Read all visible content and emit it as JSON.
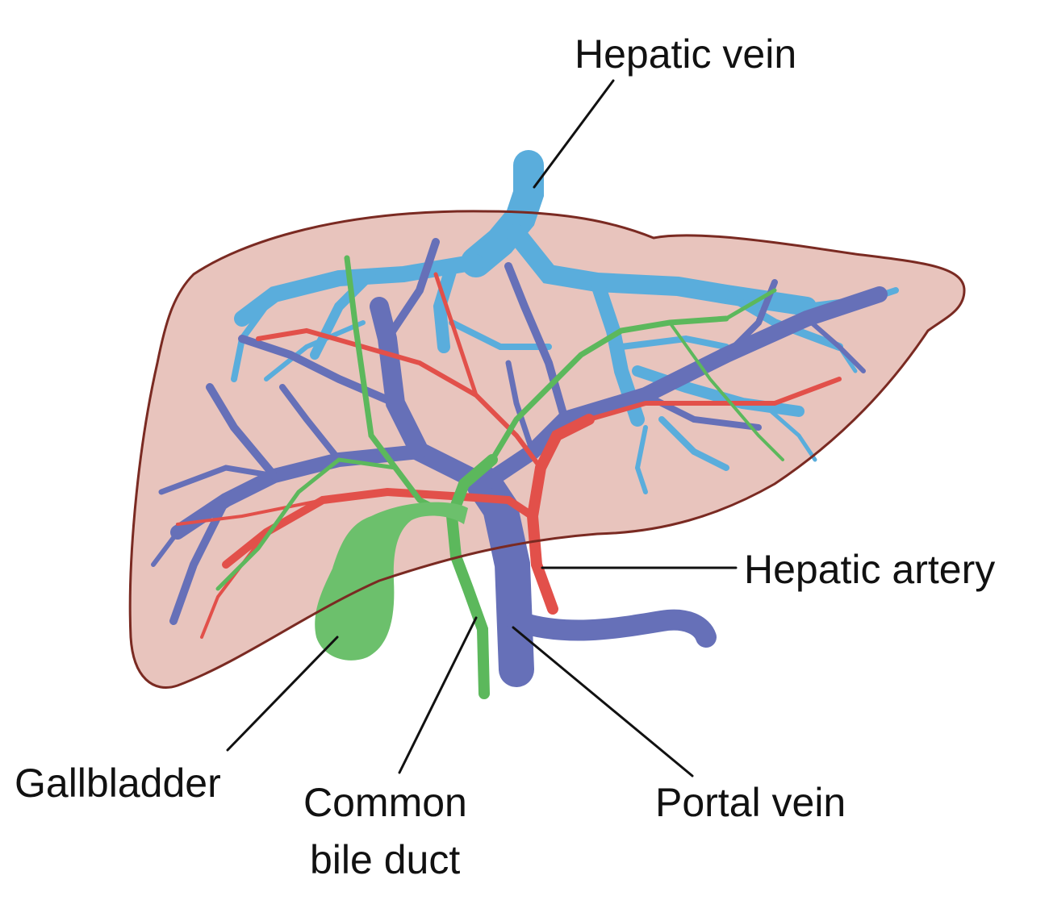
{
  "diagram": {
    "labels": {
      "hepatic_vein": "Hepatic vein",
      "hepatic_artery": "Hepatic artery",
      "gallbladder": "Gallbladder",
      "common_bile_duct_line1": "Common",
      "common_bile_duct_line2": "bile duct",
      "portal_vein": "Portal vein"
    },
    "colors": {
      "liver_fill": "#e8c4bd",
      "liver_outline": "#7a2a22",
      "hepatic_vein": "#5aaddc",
      "portal_vein": "#6670b8",
      "hepatic_artery": "#e2504a",
      "bile_duct": "#5cb85c",
      "gallbladder": "#6cc06c",
      "text": "#111111"
    }
  }
}
